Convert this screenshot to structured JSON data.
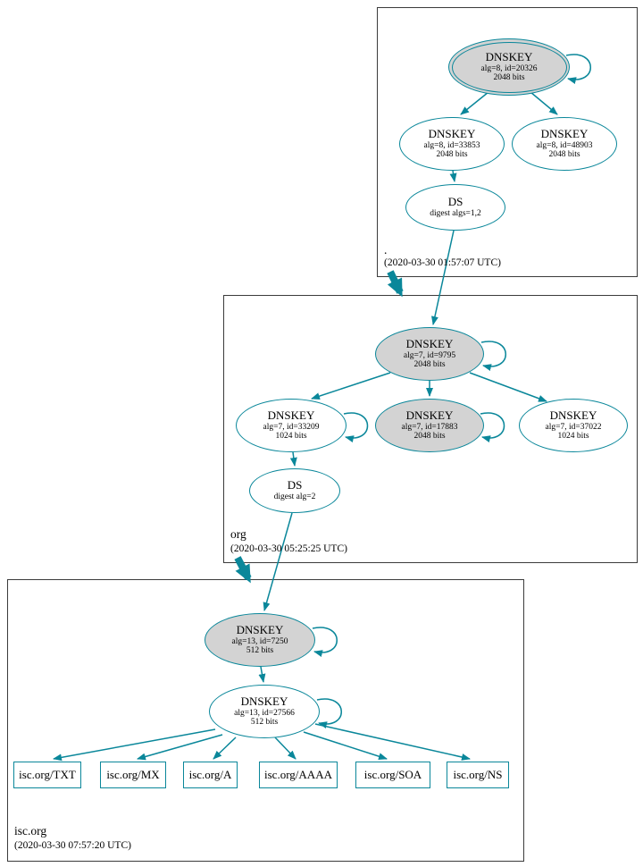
{
  "colors": {
    "accent_teal": "#0a879a",
    "secure_fill": "#d3d3d3"
  },
  "zones": {
    "root": {
      "label": ".",
      "timestamp": "(2020-03-30 01:57:07 UTC)",
      "ksk": {
        "title": "DNSKEY",
        "alg_id": "alg=8, id=20326",
        "bits": "2048 bits"
      },
      "zsk": {
        "title": "DNSKEY",
        "alg_id": "alg=8, id=33853",
        "bits": "2048 bits"
      },
      "key3": {
        "title": "DNSKEY",
        "alg_id": "alg=8, id=48903",
        "bits": "2048 bits"
      },
      "ds": {
        "title": "DS",
        "detail": "digest algs=1,2"
      }
    },
    "org": {
      "label": "org",
      "timestamp": "(2020-03-30 05:25:25 UTC)",
      "ksk": {
        "title": "DNSKEY",
        "alg_id": "alg=7, id=9795",
        "bits": "2048 bits"
      },
      "zsk": {
        "title": "DNSKEY",
        "alg_id": "alg=7, id=33209",
        "bits": "1024 bits"
      },
      "ksk2": {
        "title": "DNSKEY",
        "alg_id": "alg=7, id=17883",
        "bits": "2048 bits"
      },
      "key4": {
        "title": "DNSKEY",
        "alg_id": "alg=7, id=37022",
        "bits": "1024 bits"
      },
      "ds": {
        "title": "DS",
        "detail": "digest alg=2"
      }
    },
    "isc": {
      "label": "isc.org",
      "timestamp": "(2020-03-30 07:57:20 UTC)",
      "ksk": {
        "title": "DNSKEY",
        "alg_id": "alg=13, id=7250",
        "bits": "512 bits"
      },
      "zsk": {
        "title": "DNSKEY",
        "alg_id": "alg=13, id=27566",
        "bits": "512 bits"
      },
      "records": [
        "isc.org/TXT",
        "isc.org/MX",
        "isc.org/A",
        "isc.org/AAAA",
        "isc.org/SOA",
        "isc.org/NS"
      ]
    }
  }
}
